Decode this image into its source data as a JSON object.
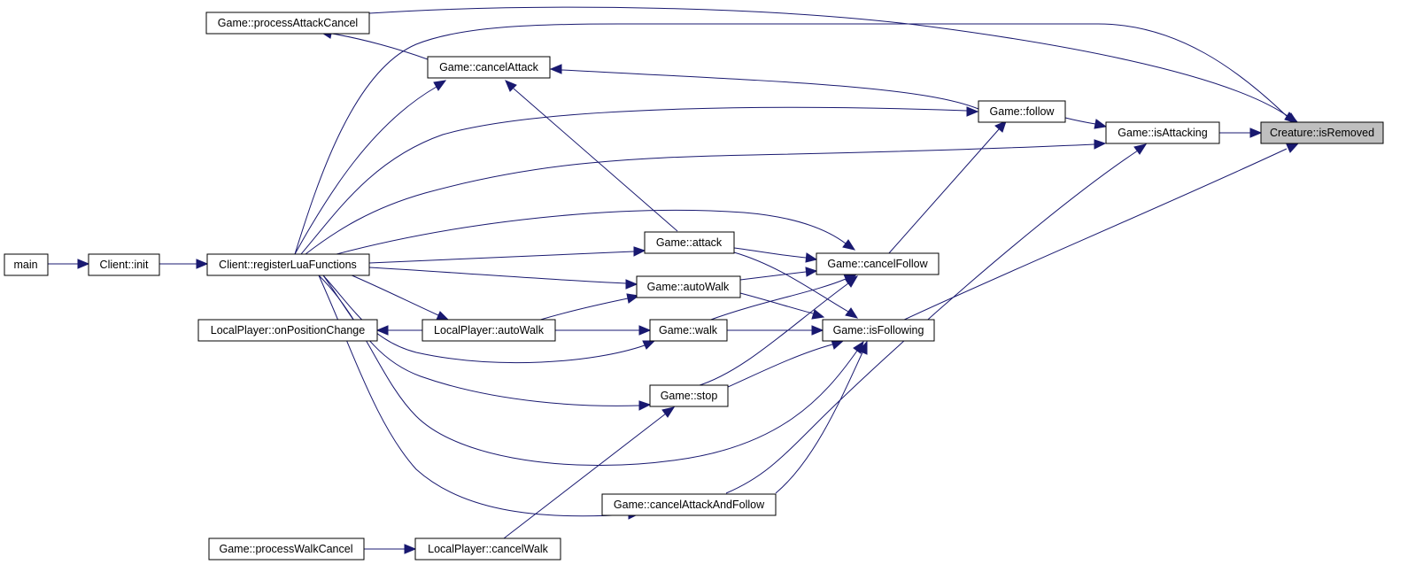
{
  "graph": {
    "nodes": [
      {
        "id": "creature_isRemoved",
        "label": "Creature::isRemoved",
        "highlight": true
      },
      {
        "id": "game_isAttacking",
        "label": "Game::isAttacking"
      },
      {
        "id": "game_follow",
        "label": "Game::follow"
      },
      {
        "id": "game_cancelAttack",
        "label": "Game::cancelAttack"
      },
      {
        "id": "game_processAttackCancel",
        "label": "Game::processAttackCancel"
      },
      {
        "id": "game_cancelFollow",
        "label": "Game::cancelFollow"
      },
      {
        "id": "game_isFollowing",
        "label": "Game::isFollowing"
      },
      {
        "id": "game_attack",
        "label": "Game::attack"
      },
      {
        "id": "game_autoWalk",
        "label": "Game::autoWalk"
      },
      {
        "id": "game_walk",
        "label": "Game::walk"
      },
      {
        "id": "game_stop",
        "label": "Game::stop"
      },
      {
        "id": "game_cancelAttackAndFollow",
        "label": "Game::cancelAttackAndFollow"
      },
      {
        "id": "client_registerLuaFunctions",
        "label": "Client::registerLuaFunctions"
      },
      {
        "id": "client_init",
        "label": "Client::init"
      },
      {
        "id": "main",
        "label": "main"
      },
      {
        "id": "localplayer_autoWalk",
        "label": "LocalPlayer::autoWalk"
      },
      {
        "id": "localplayer_onPositionChange",
        "label": "LocalPlayer::onPositionChange"
      },
      {
        "id": "localplayer_cancelWalk",
        "label": "LocalPlayer::cancelWalk"
      },
      {
        "id": "game_processWalkCancel",
        "label": "Game::processWalkCancel"
      }
    ],
    "edges": [
      {
        "from": "game_isAttacking",
        "to": "creature_isRemoved"
      },
      {
        "from": "game_processAttackCancel",
        "to": "creature_isRemoved"
      },
      {
        "from": "client_registerLuaFunctions",
        "to": "creature_isRemoved"
      },
      {
        "from": "game_isFollowing",
        "to": "creature_isRemoved"
      },
      {
        "from": "game_follow",
        "to": "game_isAttacking"
      },
      {
        "from": "client_registerLuaFunctions",
        "to": "game_isAttacking"
      },
      {
        "from": "game_cancelAttackAndFollow",
        "to": "game_isAttacking"
      },
      {
        "from": "game_follow",
        "to": "game_cancelAttack"
      },
      {
        "from": "game_cancelAttack",
        "to": "game_processAttackCancel"
      },
      {
        "from": "game_attack",
        "to": "game_cancelAttack"
      },
      {
        "from": "client_registerLuaFunctions",
        "to": "game_cancelAttack"
      },
      {
        "from": "game_cancelFollow",
        "to": "game_follow"
      },
      {
        "from": "client_registerLuaFunctions",
        "to": "game_follow"
      },
      {
        "from": "game_attack",
        "to": "game_cancelFollow"
      },
      {
        "from": "game_autoWalk",
        "to": "game_cancelFollow"
      },
      {
        "from": "game_walk",
        "to": "game_cancelFollow"
      },
      {
        "from": "game_stop",
        "to": "game_cancelFollow"
      },
      {
        "from": "client_registerLuaFunctions",
        "to": "game_cancelFollow"
      },
      {
        "from": "game_attack",
        "to": "game_isFollowing"
      },
      {
        "from": "game_autoWalk",
        "to": "game_isFollowing"
      },
      {
        "from": "game_walk",
        "to": "game_isFollowing"
      },
      {
        "from": "game_stop",
        "to": "game_isFollowing"
      },
      {
        "from": "client_registerLuaFunctions",
        "to": "game_isFollowing"
      },
      {
        "from": "game_cancelAttackAndFollow",
        "to": "game_isFollowing"
      },
      {
        "from": "client_registerLuaFunctions",
        "to": "game_attack"
      },
      {
        "from": "client_registerLuaFunctions",
        "to": "game_autoWalk"
      },
      {
        "from": "localplayer_autoWalk",
        "to": "game_autoWalk"
      },
      {
        "from": "localplayer_autoWalk",
        "to": "game_walk"
      },
      {
        "from": "client_registerLuaFunctions",
        "to": "game_walk"
      },
      {
        "from": "client_registerLuaFunctions",
        "to": "game_stop"
      },
      {
        "from": "localplayer_cancelWalk",
        "to": "game_stop"
      },
      {
        "from": "client_registerLuaFunctions",
        "to": "game_cancelAttackAndFollow"
      },
      {
        "from": "client_init",
        "to": "client_registerLuaFunctions"
      },
      {
        "from": "main",
        "to": "client_init"
      },
      {
        "from": "client_registerLuaFunctions",
        "to": "localplayer_autoWalk"
      },
      {
        "from": "localplayer_autoWalk",
        "to": "localplayer_onPositionChange"
      },
      {
        "from": "game_processWalkCancel",
        "to": "localplayer_cancelWalk"
      }
    ]
  },
  "colors": {
    "edge": "#191970",
    "node_border": "#000000",
    "node_fill": "#ffffff",
    "highlight_fill": "#bfbfbf"
  }
}
